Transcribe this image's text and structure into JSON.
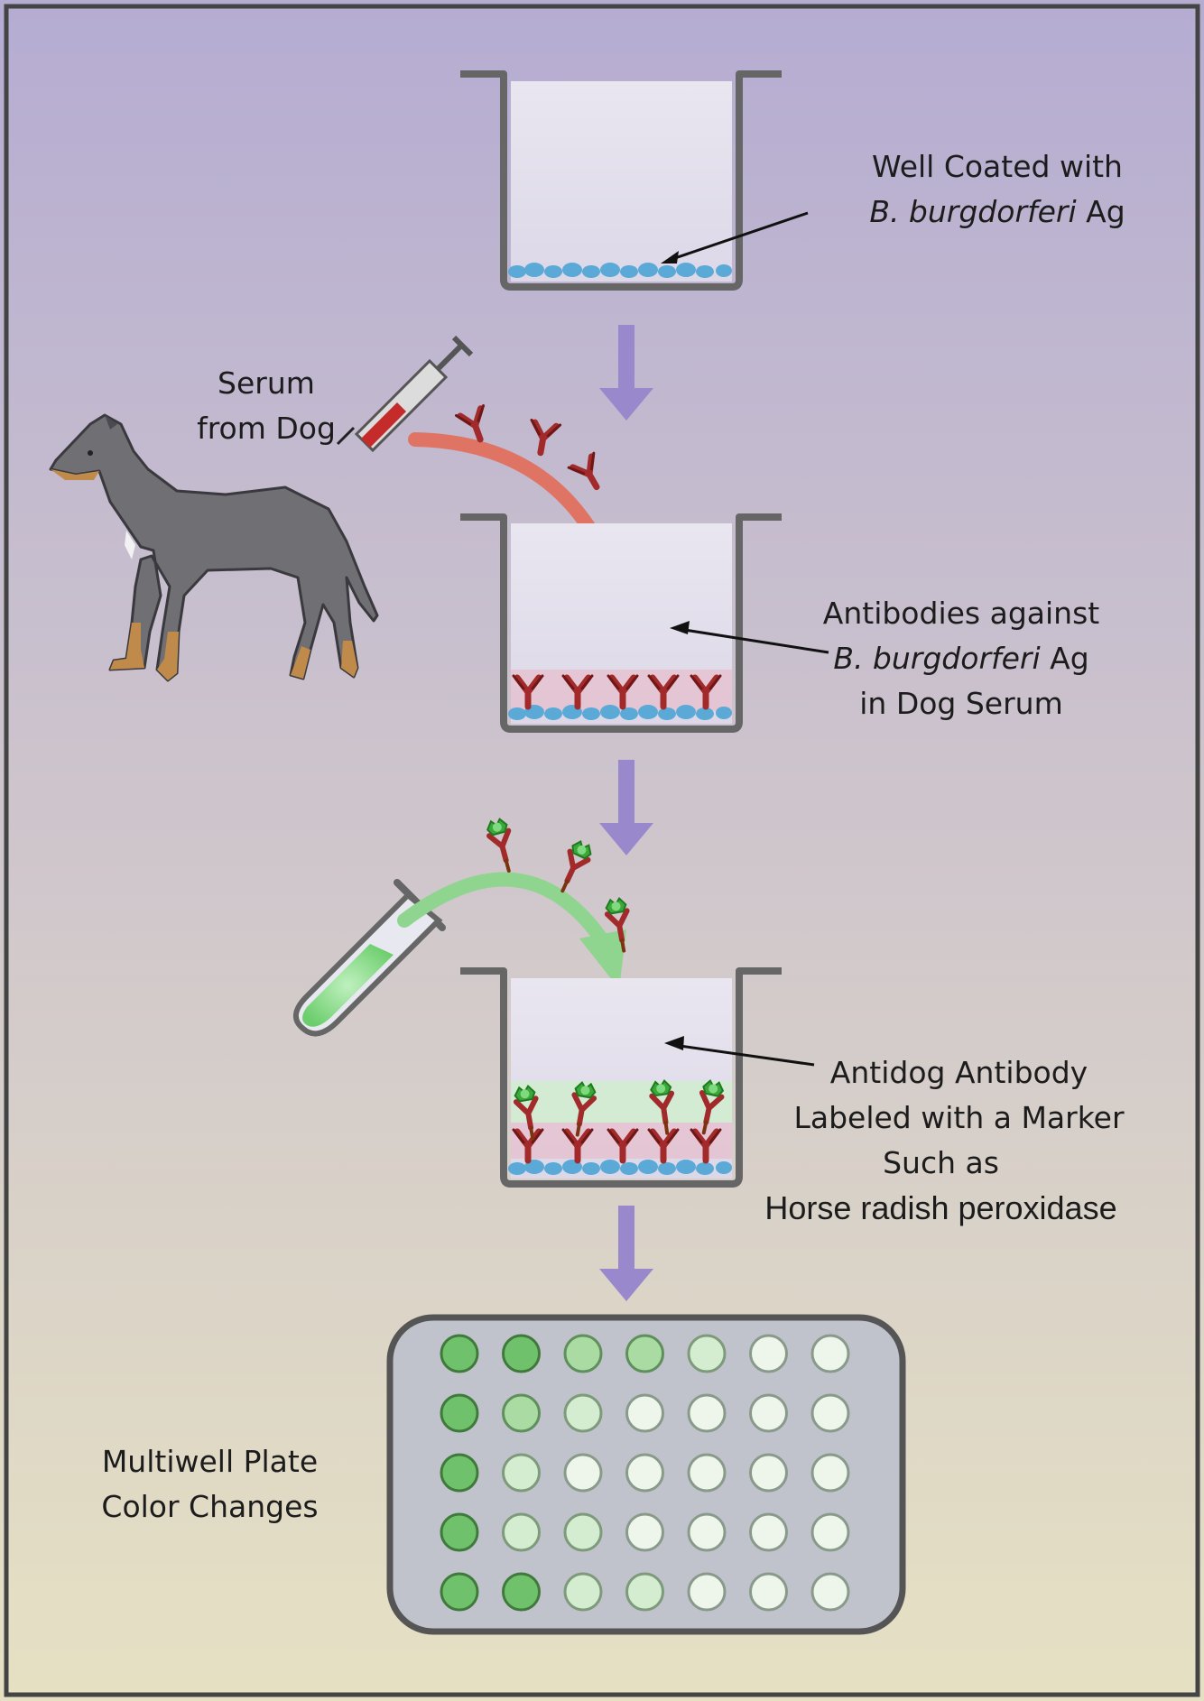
{
  "labels": {
    "step1_line1": "Well Coated with",
    "step1_italic": "B. burgdorferi",
    "step1_tail": " Ag",
    "serum_line1": "Serum",
    "serum_line2": "from Dog",
    "step2_line1": "Antibodies against",
    "step2_italic": "B. burgdorferi",
    "step2_tail": " Ag",
    "step2_line3": "in Dog Serum",
    "step3_line1": "Antidog Antibody",
    "step3_line2": "Labeled with a Marker",
    "step3_line3": "Such as",
    "step3_line4": "Horse radish peroxidase",
    "plate_line1": "Multiwell Plate",
    "plate_line2": "Color Changes"
  },
  "plate": {
    "rows": 5,
    "columns": 7,
    "color_intensity": [
      [
        3,
        3,
        2,
        2,
        1,
        0,
        0
      ],
      [
        3,
        2,
        1,
        0,
        0,
        0,
        0
      ],
      [
        3,
        1,
        0,
        0,
        0,
        0,
        0
      ],
      [
        3,
        1,
        1,
        0,
        0,
        0,
        0
      ],
      [
        3,
        3,
        1,
        1,
        0,
        0,
        0
      ]
    ]
  },
  "colors": {
    "background_top": "#b5acd2",
    "background_bottom": "#e6e1c3",
    "antigen": "#5aa9d6",
    "dog_antibody": "#a32a2a",
    "marker": "#3ca83c",
    "step_arrow": "#9a88cc",
    "serum_arrow": "#e07464",
    "reagent_arrow": "#8fd48f"
  }
}
